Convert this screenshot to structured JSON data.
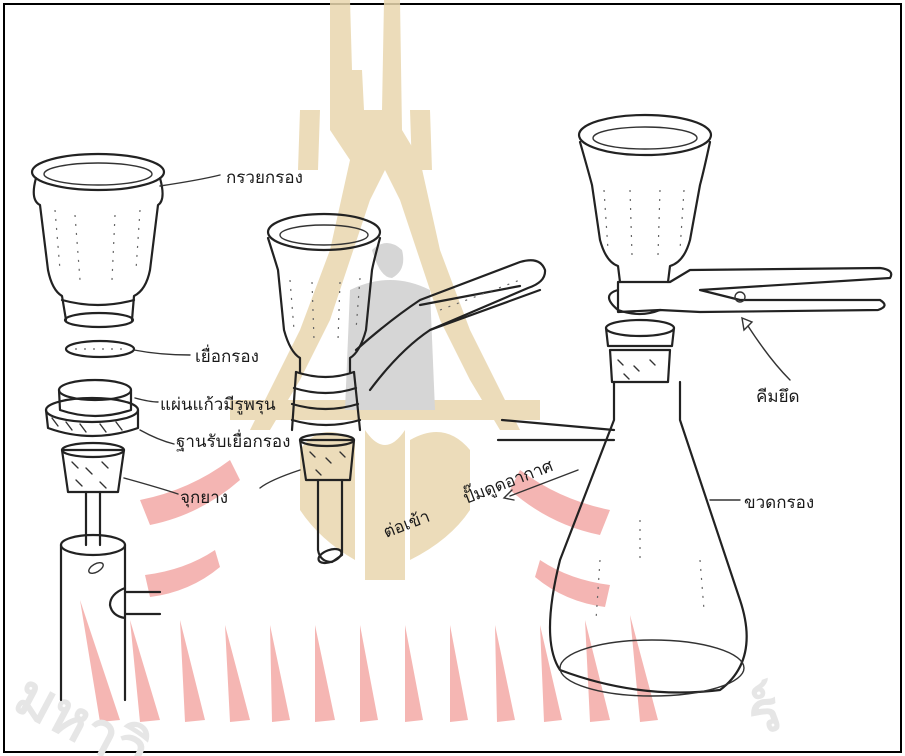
{
  "labels": {
    "funnel": "กรวยกรอง",
    "membrane": "เยื่อกรอง",
    "porous_glass": "แผ่นแก้วมีรูพรุน",
    "membrane_base": "ฐานรับเยื่อกรอง",
    "stopper": "จุกยาง",
    "clamp": "คีมยึด",
    "flask": "ขวดกรอง",
    "to_pump": "ปั๊มดูดอากาศ",
    "connect_to": "ต่อเข้า"
  },
  "watermark": {
    "left_text": "มหาวิ",
    "right_text": "ร์",
    "colors": {
      "gold": "#e9d7ae",
      "red": "#f3a9a6",
      "grey": "#cfcfcf"
    }
  },
  "colors": {
    "ink": "#222222",
    "border": "#000000",
    "background": "#ffffff"
  }
}
